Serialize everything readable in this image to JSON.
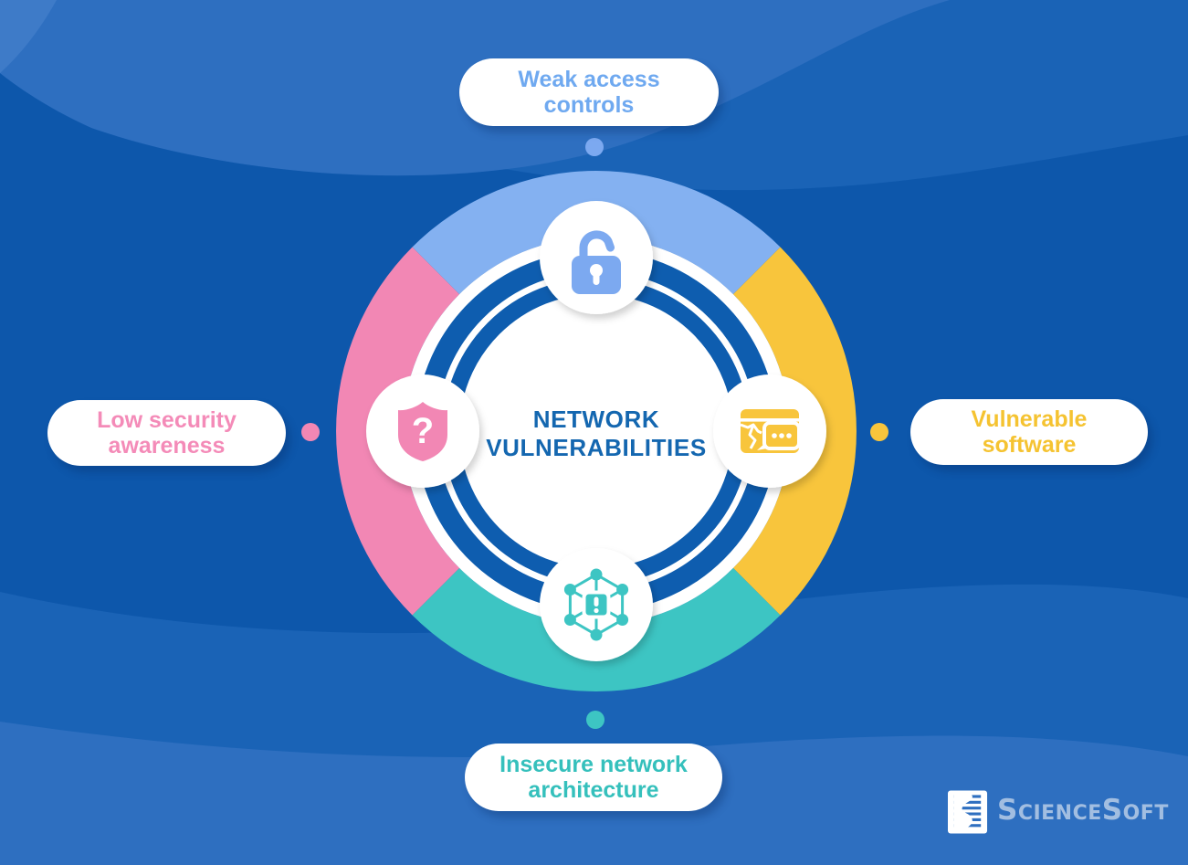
{
  "title": {
    "line1": "NETWORK",
    "line2": "VULNERABILITIES"
  },
  "labels": {
    "top": {
      "text": "Weak access\ncontrols"
    },
    "right": {
      "text": "Vulnerable\nsoftware"
    },
    "bottom": {
      "text": "Insecure network\narchitecture"
    },
    "left": {
      "text": "Low security\nawareness"
    }
  },
  "icons": {
    "top": "unlock-icon",
    "right": "broken-software-window-icon",
    "bottom": "network-alert-icon",
    "left": "shield-question-icon"
  },
  "logo": {
    "part1": "Science",
    "part2": "Soft"
  },
  "colors": {
    "background_base": "#0D57AB",
    "wave_mid": "#1A63B6",
    "wave_light": "#2E6FC0",
    "wave_corner": "#3E7BC8",
    "quadrant_top_blue": "#84B1F1",
    "quadrant_right_yellow": "#F8C53C",
    "quadrant_bottom_teal": "#3DC5C3",
    "quadrant_left_pink": "#F287B4",
    "ring_blue": "#0E5DAF",
    "white": "#FFFFFF",
    "icon_blue": "#7CA9F0",
    "title_text": "#1467B0",
    "label_top_text": "#6FA9F0",
    "label_right_text": "#F5C331",
    "label_bottom_text": "#35C0BC",
    "label_left_text": "#F48BB8",
    "logo_text": "#A2BEE1"
  }
}
